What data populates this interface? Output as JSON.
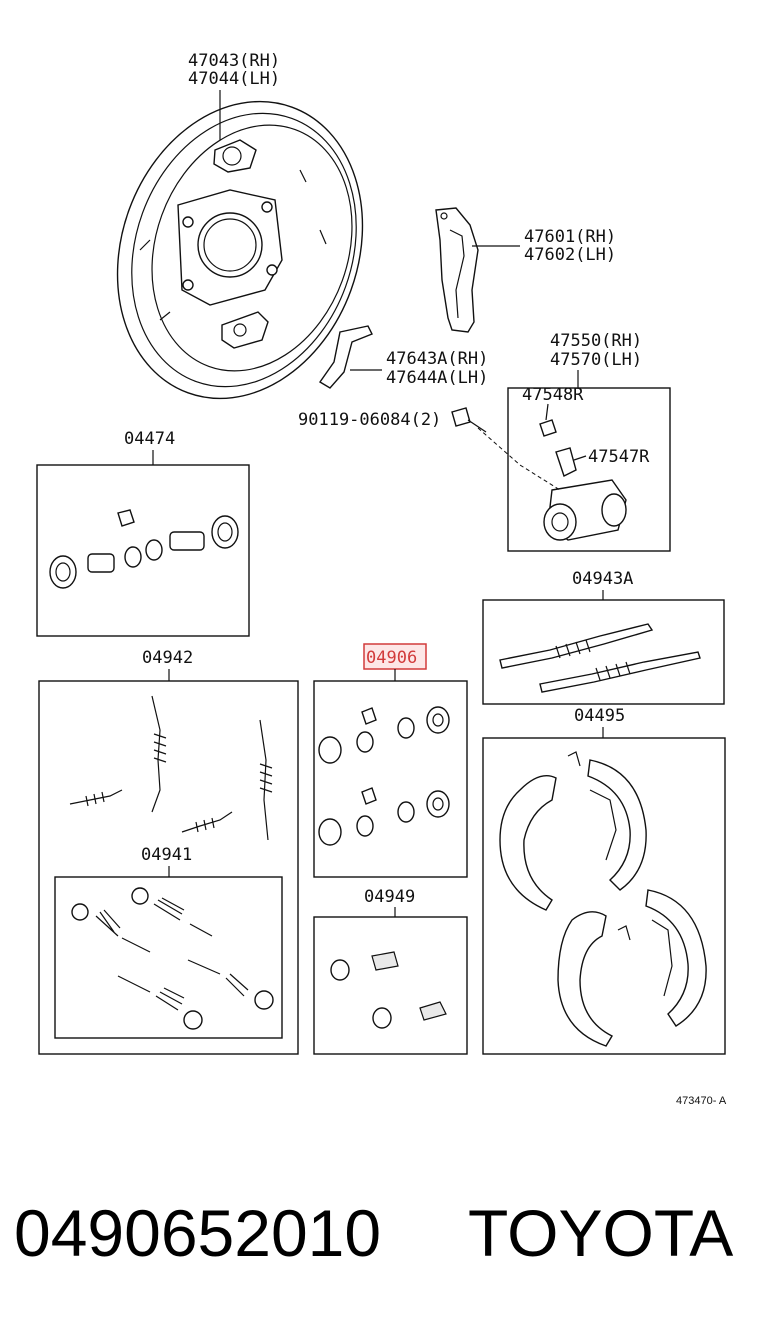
{
  "diagram": {
    "labels": {
      "backing_plate_rh": "47043(RH)",
      "backing_plate_lh": "47044(LH)",
      "lever_rh": "47601(RH)",
      "lever_lh": "47602(LH)",
      "strut_rh": "47643A(RH)",
      "strut_lh": "47644A(LH)",
      "cylinder_rh": "47550(RH)",
      "cylinder_lh": "47570(LH)",
      "bolt": "90119-06084(2)",
      "cap": "47548R",
      "bleeder": "47547R",
      "kit_04474": "04474",
      "kit_04943a": "04943A",
      "kit_04942": "04942",
      "kit_04906": "04906",
      "kit_04495": "04495",
      "kit_04941": "04941",
      "kit_04949": "04949"
    },
    "highlight": "04906",
    "figure_code": "473470- A"
  },
  "footer": {
    "part_number": "0490652010",
    "brand": "TOYOTA"
  },
  "colors": {
    "highlight_fill": "#fde7e7",
    "highlight_border": "#d23b3b",
    "ink": "#111111"
  }
}
